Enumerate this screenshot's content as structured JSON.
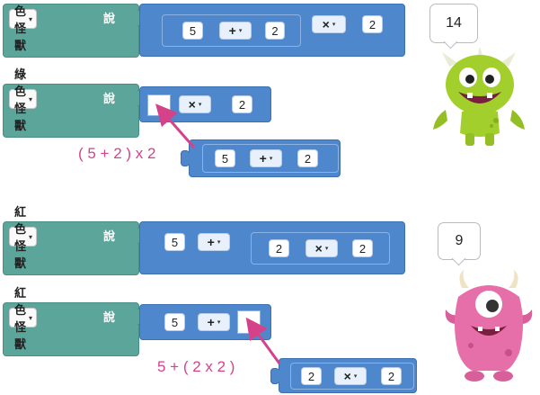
{
  "colors": {
    "looks_block": "#5ca59b",
    "operator_block": "#4e87cc",
    "annotation": "#d6428a",
    "green_monster": "#a3cf2c",
    "pink_monster": "#e66fa9"
  },
  "say_label": "說",
  "dropdown_arrow": "▾",
  "row1": {
    "sprite": "綠色怪獸",
    "a": "5",
    "op1": "+",
    "b": "2",
    "op2": "×",
    "c": "2"
  },
  "row2": {
    "sprite": "綠色怪獸",
    "op_outer": "×",
    "c": "2",
    "detached": {
      "a": "5",
      "op": "+",
      "b": "2"
    },
    "annotation": "( 5 + 2 ) x 2"
  },
  "row3": {
    "sprite": "紅色怪獸",
    "a": "5",
    "op1": "+",
    "b": "2",
    "op2": "×",
    "c": "2"
  },
  "row4": {
    "sprite": "紅色怪獸",
    "a": "5",
    "op": "+",
    "detached": {
      "b": "2",
      "op": "×",
      "c": "2"
    },
    "annotation": "5 + ( 2 x 2 )"
  },
  "green_monster": {
    "speech": "14",
    "icon": "green-monster-icon"
  },
  "pink_monster": {
    "speech": "9",
    "icon": "pink-monster-icon"
  }
}
